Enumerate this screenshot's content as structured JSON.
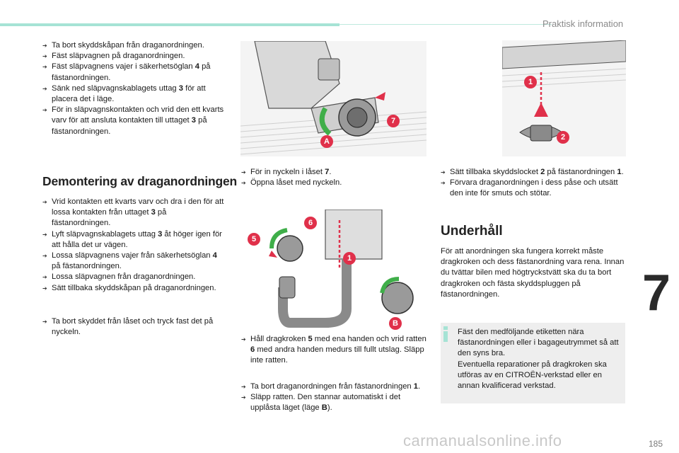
{
  "header": {
    "section_title": "Praktisk information"
  },
  "chapter": {
    "number": "7"
  },
  "page": {
    "number": "185"
  },
  "col1": {
    "block1": [
      [
        {
          "t": "Ta bort skyddskåpan från draganordningen."
        }
      ],
      [
        {
          "t": "Fäst släpvagnen på draganordningen."
        }
      ],
      [
        {
          "t": "Fäst släpvagnens vajer i säkerhetsöglan "
        },
        {
          "t": "4",
          "b": true
        },
        {
          "t": " på fästanordningen."
        }
      ],
      [
        {
          "t": "Sänk ned släpvagnskablagets uttag "
        },
        {
          "t": "3",
          "b": true
        },
        {
          "t": " för att placera det i läge."
        }
      ],
      [
        {
          "t": "För in släpvagnskontakten och vrid den ett kvarts varv för att ansluta kontakten till uttaget "
        },
        {
          "t": "3",
          "b": true
        },
        {
          "t": " på fästanordningen."
        }
      ]
    ],
    "heading": "Demontering av draganordningen",
    "block2": [
      [
        {
          "t": "Vrid kontakten ett kvarts varv och dra i den för att lossa kontakten från uttaget "
        },
        {
          "t": "3",
          "b": true
        },
        {
          "t": " på fästanordningen."
        }
      ],
      [
        {
          "t": "Lyft släpvagnskablagets uttag "
        },
        {
          "t": "3",
          "b": true
        },
        {
          "t": " åt höger igen för att hålla det ur vägen."
        }
      ],
      [
        {
          "t": "Lossa släpvagnens vajer från säkerhetsöglan "
        },
        {
          "t": "4",
          "b": true
        },
        {
          "t": " på fästanordningen."
        }
      ],
      [
        {
          "t": "Lossa släpvagnen från draganordningen."
        }
      ],
      [
        {
          "t": "Sätt tillbaka skyddskåpan på draganordningen."
        }
      ]
    ],
    "block3": [
      [
        {
          "t": "Ta bort skyddet från låset och tryck fast det på nyckeln."
        }
      ]
    ]
  },
  "col2": {
    "block1": [
      [
        {
          "t": "För in nyckeln i låset "
        },
        {
          "t": "7",
          "b": true
        },
        {
          "t": "."
        }
      ],
      [
        {
          "t": "Öppna låset med nyckeln."
        }
      ]
    ],
    "block2": [
      [
        {
          "t": "Håll dragkroken "
        },
        {
          "t": "5",
          "b": true
        },
        {
          "t": " med ena handen och vrid ratten "
        },
        {
          "t": "6",
          "b": true
        },
        {
          "t": " med andra handen medurs till fullt utslag. Släpp inte ratten."
        }
      ]
    ],
    "block3": [
      [
        {
          "t": "Ta bort draganordningen från fästanordningen "
        },
        {
          "t": "1",
          "b": true
        },
        {
          "t": "."
        }
      ],
      [
        {
          "t": "Släpp ratten. Den stannar automatiskt i det upplåsta läget (läge "
        },
        {
          "t": "B",
          "b": true
        },
        {
          "t": ")."
        }
      ]
    ]
  },
  "col3": {
    "block1": [
      [
        {
          "t": "Sätt tillbaka skyddslocket "
        },
        {
          "t": "2",
          "b": true
        },
        {
          "t": " på fästanordningen "
        },
        {
          "t": "1",
          "b": true
        },
        {
          "t": "."
        }
      ],
      [
        {
          "t": "Förvara draganordningen i dess påse och utsätt den inte för smuts och stötar."
        }
      ]
    ],
    "heading": "Underhåll",
    "paragraph": "För att anordningen ska fungera korrekt måste dragkroken och dess fästanordning vara rena. Innan du tvättar bilen med högtryckstvätt ska du ta bort dragkroken och fästa skyddspluggen på fästanordningen.",
    "note": "Fäst den medföljande etiketten nära fästanordningen eller i bagageutrymmet så att den syns bra.\nEventuella reparationer på dragkroken ska utföras av en CITROËN-verkstad eller en annan kvalificerad verkstad."
  },
  "figures": {
    "fig1_labels": {
      "key": "7",
      "position": "A"
    },
    "fig2_labels": {
      "a": "6",
      "b": "5",
      "c": "1",
      "d": "B"
    },
    "fig3_labels": {
      "a": "1",
      "b": "2"
    }
  },
  "watermark": "carmanualsonline.info",
  "colors": {
    "accent": "#a6e3d5",
    "marker": "#e0304a",
    "green": "#3fae49",
    "note_bg": "#eeeeee"
  }
}
